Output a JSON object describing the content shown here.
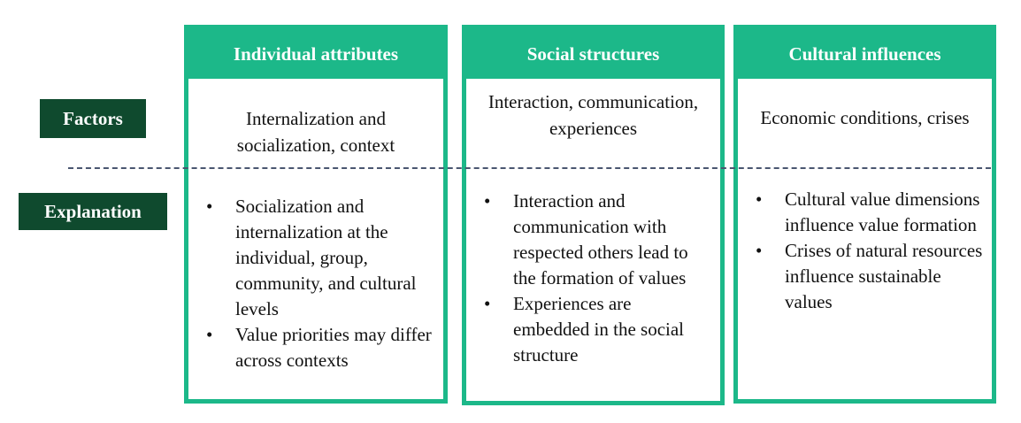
{
  "row_labels": {
    "factors": "Factors",
    "explanation": "Explanation"
  },
  "columns": [
    {
      "title": "Individual attributes",
      "factors": "Internalization and socialization, context",
      "explanation": [
        "Socialization and internalization at the individual, group, community, and cultural levels",
        "Value priorities may differ across contexts"
      ]
    },
    {
      "title": "Social structures",
      "factors": "Interaction, communication, experiences",
      "explanation": [
        "Interaction and communication with respected others lead to the formation of values",
        "Experiences are embedded in the social structure"
      ]
    },
    {
      "title": "Cultural influences",
      "factors": "Economic conditions, crises",
      "explanation": [
        "Cultural value dimensions influence value formation",
        "Crises of natural resources influence sustainable values"
      ]
    }
  ],
  "colors": {
    "accent": "#1cb889",
    "label_bg": "#0f4a2e",
    "divider": "#4a5670"
  },
  "bullet_glyph": "•"
}
